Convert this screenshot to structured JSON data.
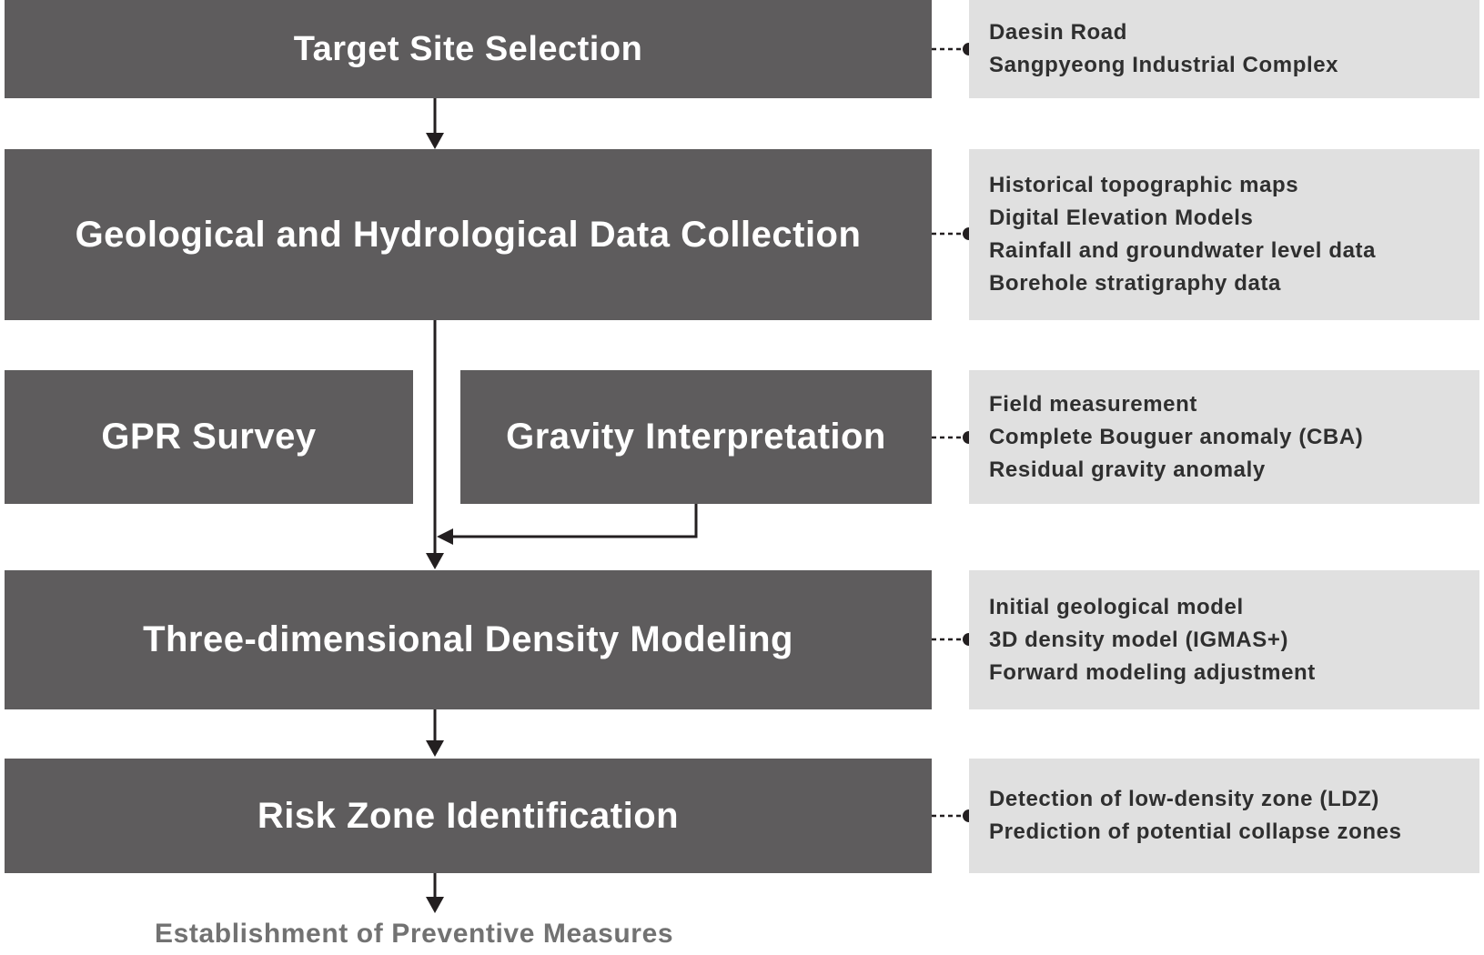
{
  "steps": {
    "target_site_selection": "Target Site Selection",
    "data_collection": "Geological and Hydrological Data Collection",
    "gpr_survey": "GPR Survey",
    "gravity_interpretation": "Gravity Interpretation",
    "density_modeling": "Three-dimensional Density Modeling",
    "risk_zone": "Risk Zone Identification"
  },
  "notes": {
    "target_site_selection": [
      "Daesin Road",
      "Sangpyeong Industrial Complex"
    ],
    "data_collection": [
      "Historical topographic maps",
      "Digital Elevation Models",
      "Rainfall and groundwater level data",
      "Borehole stratigraphy data"
    ],
    "gravity_interpretation": [
      "Field measurement",
      "Complete Bouguer anomaly (CBA)",
      "Residual gravity anomaly"
    ],
    "density_modeling": [
      "Initial geological model",
      "3D density model (IGMAS+)",
      "Forward modeling adjustment"
    ],
    "risk_zone": [
      "Detection of low-density zone (LDZ)",
      "Prediction of potential collapse zones"
    ]
  },
  "final_outcome": "Establishment of Preventive Measures",
  "colors": {
    "box_fill": "#5e5c5d",
    "box_text": "#ffffff",
    "note_fill": "#e0e0e0",
    "note_text": "#2f2f2f",
    "connector": "#231f20",
    "final_text": "#727272"
  }
}
